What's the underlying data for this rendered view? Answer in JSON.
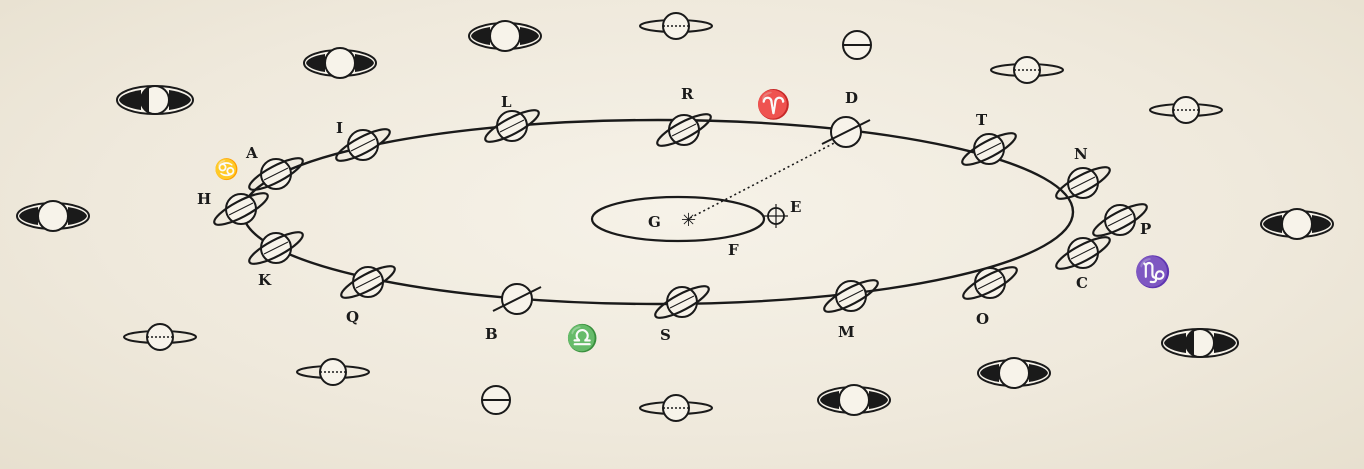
{
  "diagram": {
    "orbit_labels": {
      "R": "R",
      "D": "D",
      "T": "T",
      "N": "N",
      "P": "P",
      "C": "C",
      "O": "O",
      "M": "M",
      "S": "S",
      "B": "B",
      "Q": "Q",
      "K": "K",
      "H": "H",
      "A": "A",
      "I": "I",
      "L": "L"
    },
    "center_labels": {
      "G": "G",
      "E": "E",
      "F": "F"
    },
    "zodiac_symbols": {
      "aries": "♈",
      "cancer": "♋",
      "libra": "♎",
      "capricorn": "♑"
    }
  }
}
